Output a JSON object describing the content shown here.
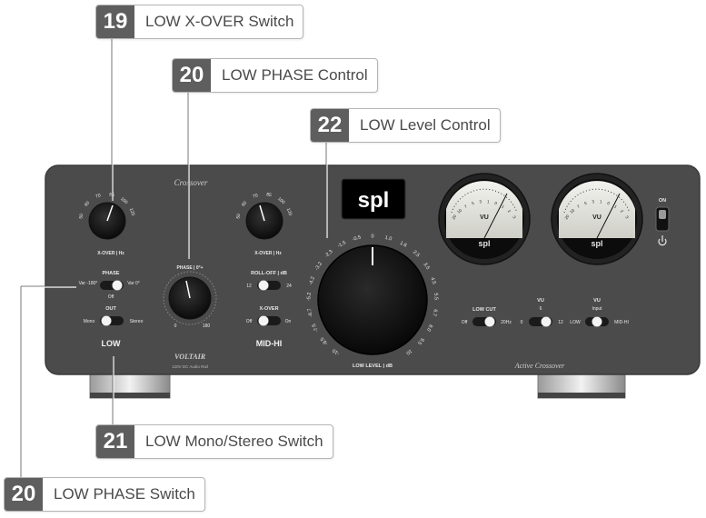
{
  "callouts": [
    {
      "num": "19",
      "label": "LOW X-OVER Switch"
    },
    {
      "num": "20",
      "label": "LOW PHASE Control"
    },
    {
      "num": "22",
      "label": "LOW Level Control"
    },
    {
      "num": "21",
      "label": "LOW Mono/Stereo Switch"
    },
    {
      "num": "20",
      "label": "LOW PHASE Switch"
    }
  ],
  "device": {
    "logo": "spl",
    "top_script": "Crossover",
    "bottom_script": "Active Crossover",
    "model": "VOLTAIR",
    "model_sub": "120V DC Audio Rail",
    "vu_label": "VU",
    "vu_logo": "spl",
    "vu_scale": [
      "20",
      "10",
      "7",
      "5",
      "3",
      "1",
      "0",
      "1",
      "2",
      "3"
    ],
    "power_on": "ON",
    "low": {
      "section_label": "LOW",
      "xover_label": "X-OVER | Hz",
      "xover_ticks": [
        "50",
        "60",
        "70",
        "85",
        "100",
        "120"
      ],
      "phase_label": "PHASE",
      "phase_left": "Var -180°",
      "phase_right": "Var 0°",
      "phase_off": "Off",
      "out_label": "OUT",
      "out_left": "Mono",
      "out_right": "Stereo",
      "phase_knob_label": "PHASE | 0°+",
      "phase_knob_min": "0",
      "phase_knob_max": "180"
    },
    "midhi": {
      "section_label": "MID-HI",
      "xover_label": "X-OVER | Hz",
      "xover_ticks": [
        "50",
        "60",
        "70",
        "85",
        "100",
        "120"
      ],
      "rolloff_label": "ROLL-OFF | dB",
      "rolloff_left": "12",
      "rolloff_right": "24",
      "xover_sw_label": "X-OVER",
      "xover_sw_left": "Off",
      "xover_sw_right": "On"
    },
    "level": {
      "label": "LOW LEVEL | dB",
      "ticks": [
        "-10",
        "-8.5",
        "-7.5",
        "-6.7",
        "-5.2",
        "-4.2",
        "-3.2",
        "-2.3",
        "-1.5",
        "-0.5",
        "0",
        "1.0",
        "1.6",
        "2.5",
        "3.5",
        "4.5",
        "5.5",
        "6.7",
        "8.0",
        "9.5",
        "10"
      ]
    },
    "lowcut": {
      "label": "LOW CUT",
      "left": "Off",
      "right": "20Hz"
    },
    "vu_sw": {
      "label": "VU",
      "sub": "6",
      "left": "0",
      "right": "12"
    },
    "vu_input": {
      "label": "VU",
      "sub": "Input",
      "left": "LOW",
      "right": "MID-HI"
    }
  }
}
